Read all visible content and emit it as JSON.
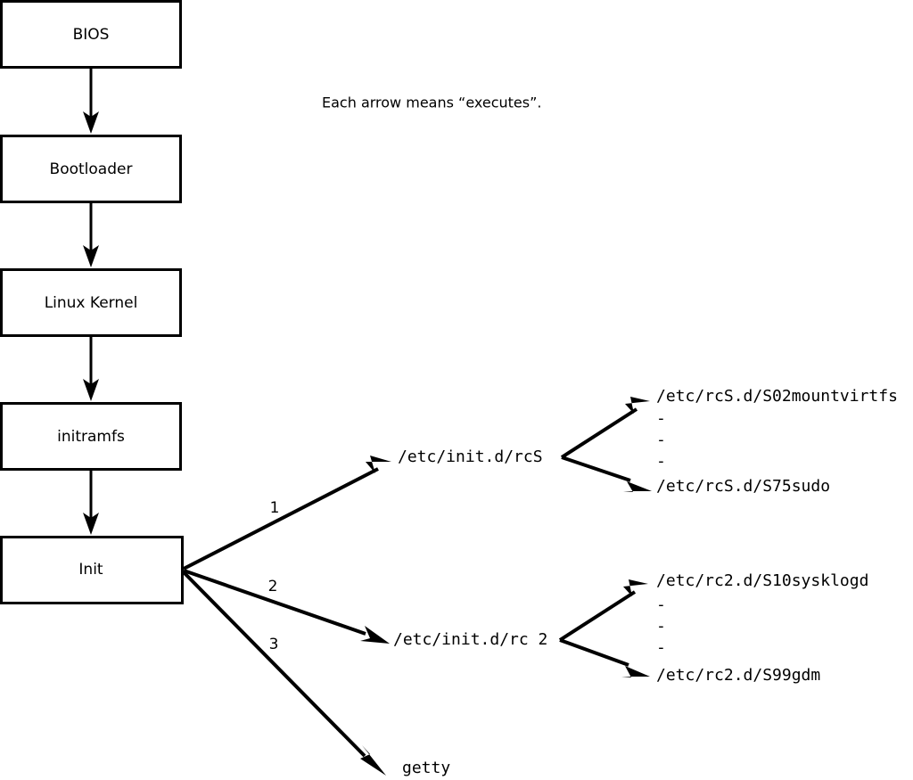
{
  "diagram": {
    "note": "Each arrow means “executes”.",
    "stages": [
      {
        "id": "bios",
        "label": "BIOS"
      },
      {
        "id": "bootloader",
        "label": "Bootloader"
      },
      {
        "id": "kernel",
        "label": "Linux Kernel"
      },
      {
        "id": "initramfs",
        "label": "initramfs"
      },
      {
        "id": "init",
        "label": "Init"
      }
    ],
    "init_branches": [
      {
        "number": "1",
        "label": "/etc/init.d/rcS"
      },
      {
        "number": "2",
        "label": "/etc/init.d/rc 2"
      },
      {
        "number": "3",
        "label": "getty"
      }
    ],
    "rcs_scripts": {
      "first": "/etc/rcS.d/S02mountvirtfs",
      "ellipsis": [
        "-",
        "-",
        "-"
      ],
      "last": "/etc/rcS.d/S75sudo"
    },
    "rc2_scripts": {
      "first": "/etc/rc2.d/S10sysklogd",
      "ellipsis": [
        "-",
        "-",
        "-"
      ],
      "last": "/etc/rc2.d/S99gdm"
    },
    "colors": {
      "stroke": "#000000",
      "background": "#ffffff",
      "box_fill": "#ffffff"
    }
  }
}
